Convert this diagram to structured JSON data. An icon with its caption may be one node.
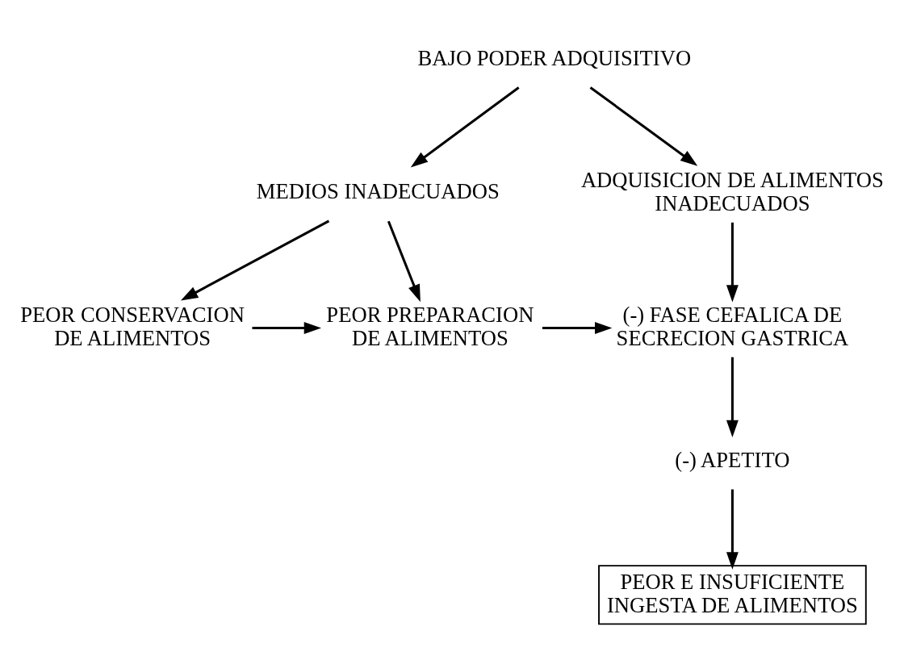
{
  "diagram": {
    "nodes": [
      {
        "text": [
          "BAJO PODER ADQUISITIVO"
        ]
      },
      {
        "text": [
          "ADQUISICION DE ALIMENTOS INADECUADOS"
        ]
      },
      {
        "text": [
          "MEDIOS INADECUADOS"
        ]
      },
      {
        "text": [
          "PEOR PREPARACION DE ALIMENTOS"
        ]
      },
      {
        "text": [
          "PEOR CONSERVACION DE ALIMENTOS"
        ]
      },
      {
        "text": [
          "(-) FASE CEFALICA DE SECRECION GASTRICA"
        ]
      },
      {
        "text": [
          "(-) APETITO"
        ]
      },
      {
        "text": [
          "PEOR E INSUFICIENTE INGESTA DE ALIMENTOS"
        ]
      }
    ],
    "edges": [
      {
        "from": 0,
        "to": 1,
        "arrow": "to"
      },
      {
        "from": 0,
        "to": 2,
        "arrow": "to"
      },
      {
        "from": 1,
        "to": 5,
        "arrow": "to"
      },
      {
        "from": 2,
        "to": 3,
        "arrow": "to"
      },
      {
        "from": 2,
        "to": 4,
        "arrow": "to"
      },
      {
        "from": 4,
        "to": 3,
        "arrow": "to"
      },
      {
        "from": 3,
        "to": 5,
        "arrow": "to"
      },
      {
        "from": 5,
        "to": 6,
        "arrow": "to"
      },
      {
        "from": 6,
        "to": 7,
        "arrow": "to"
      }
    ]
  }
}
